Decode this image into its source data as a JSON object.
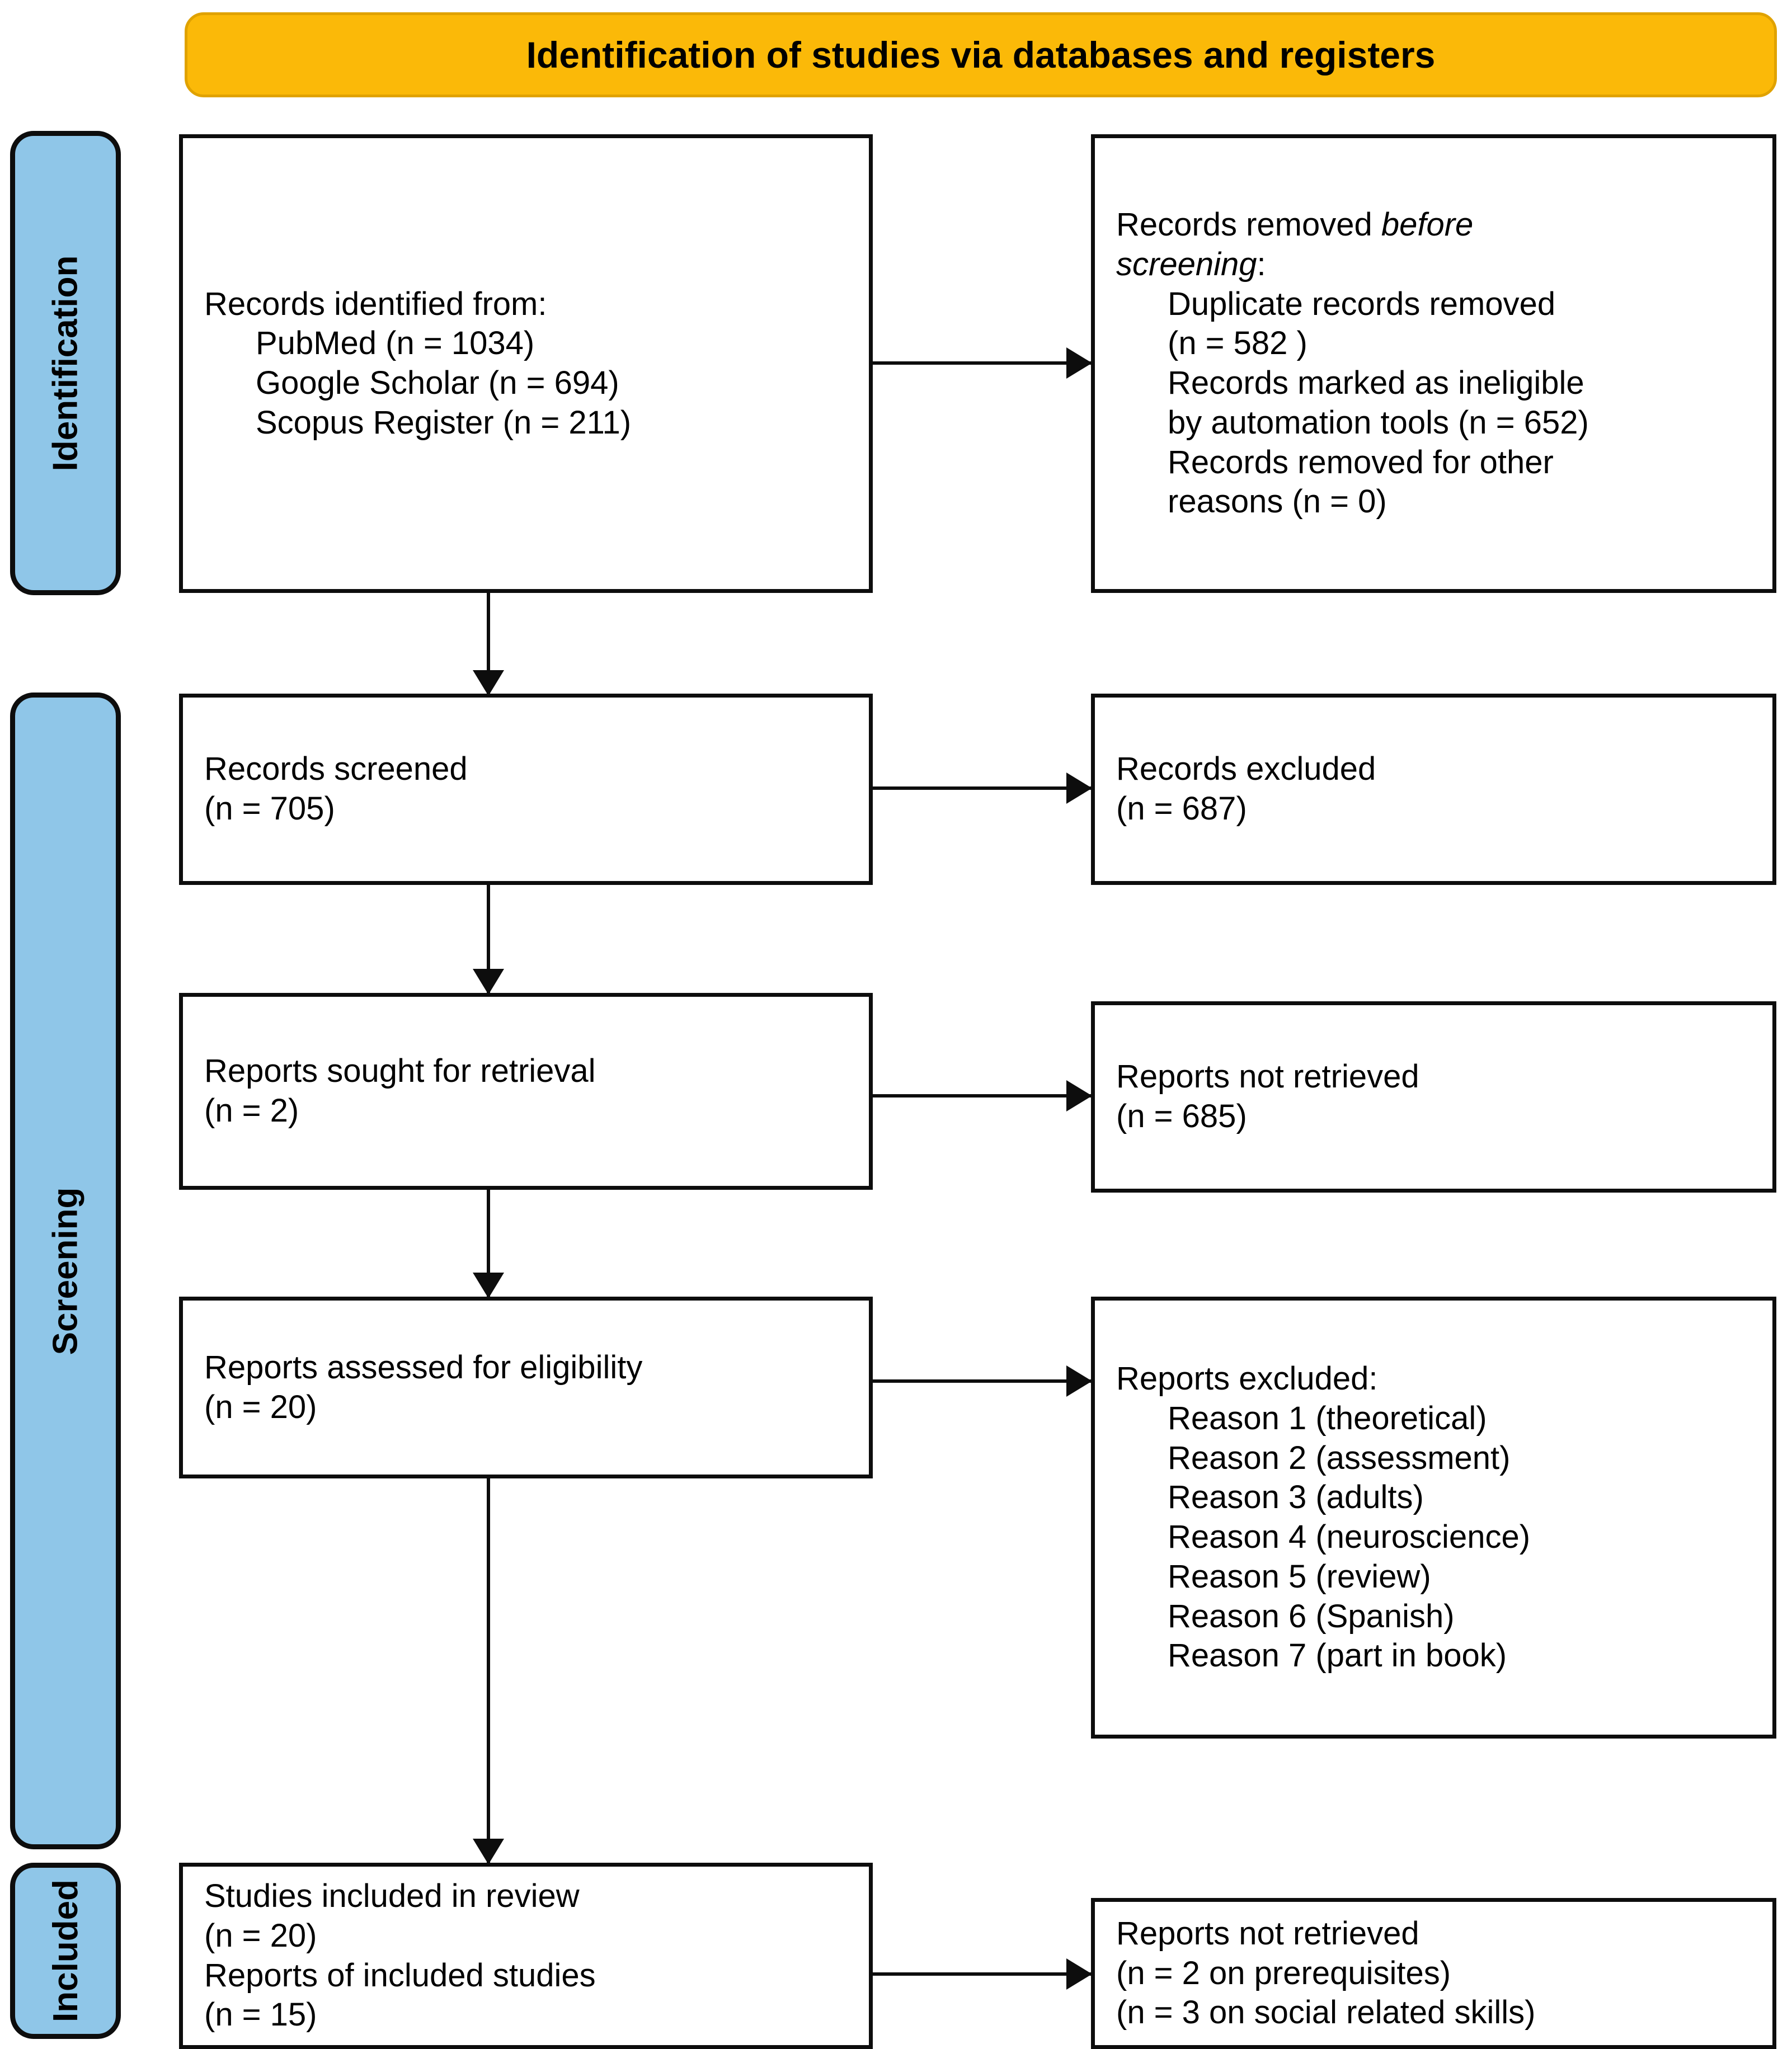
{
  "banner": {
    "title": "Identification of studies via databases and registers",
    "bg_color": "#FBB908",
    "border_color": "#E0A200"
  },
  "stages": {
    "identification": "Identification",
    "screening": "Screening",
    "included": "Included",
    "bg_color": "#8FC6E8"
  },
  "boxes": {
    "identified": {
      "l0": "Records identified from:",
      "l1": "PubMed (n = 1034)",
      "l2": "Google Scholar (n = 694)",
      "l3": "Scopus Register (n = 211)"
    },
    "removed_before_screening": {
      "l0a": "Records removed ",
      "l0b": "before",
      "l1a": "screening",
      "l1b": ":",
      "l2": "Duplicate records removed",
      "l3": "(n = 582 )",
      "l4": "Records marked as ineligible",
      "l5": "by automation tools (n = 652)",
      "l6": "Records removed for other",
      "l7": "reasons (n = 0)"
    },
    "screened": {
      "l0": "Records screened",
      "l1": "(n = 705)"
    },
    "records_excluded": {
      "l0": "Records excluded",
      "l1": "(n = 687)"
    },
    "sought_for_retrieval": {
      "l0": "Reports sought for retrieval",
      "l1": "(n = 2)"
    },
    "reports_not_retrieved": {
      "l0": "Reports not retrieved",
      "l1": "(n = 685)"
    },
    "assessed_for_eligibility": {
      "l0": "Reports assessed for eligibility",
      "l1": "(n = 20)"
    },
    "reports_excluded": {
      "l0": "Reports excluded:",
      "r1": "Reason 1 (theoretical)",
      "r2": "Reason 2 (assessment)",
      "r3": "Reason 3 (adults)",
      "r4": "Reason 4 (neuroscience)",
      "r5": "Reason 5 (review)",
      "r6": "Reason 6 (Spanish)",
      "r7": "Reason 7 (part in book)"
    },
    "studies_included": {
      "l0": "Studies included in review",
      "l1": "(n = 20)",
      "l2": "Reports of included studies",
      "l3": "(n = 15)"
    },
    "reports_not_retrieved_2": {
      "l0": "Reports not retrieved",
      "l1": "(n = 2 on prerequisites)",
      "l2": "(n = 3 on social related skills)"
    }
  }
}
